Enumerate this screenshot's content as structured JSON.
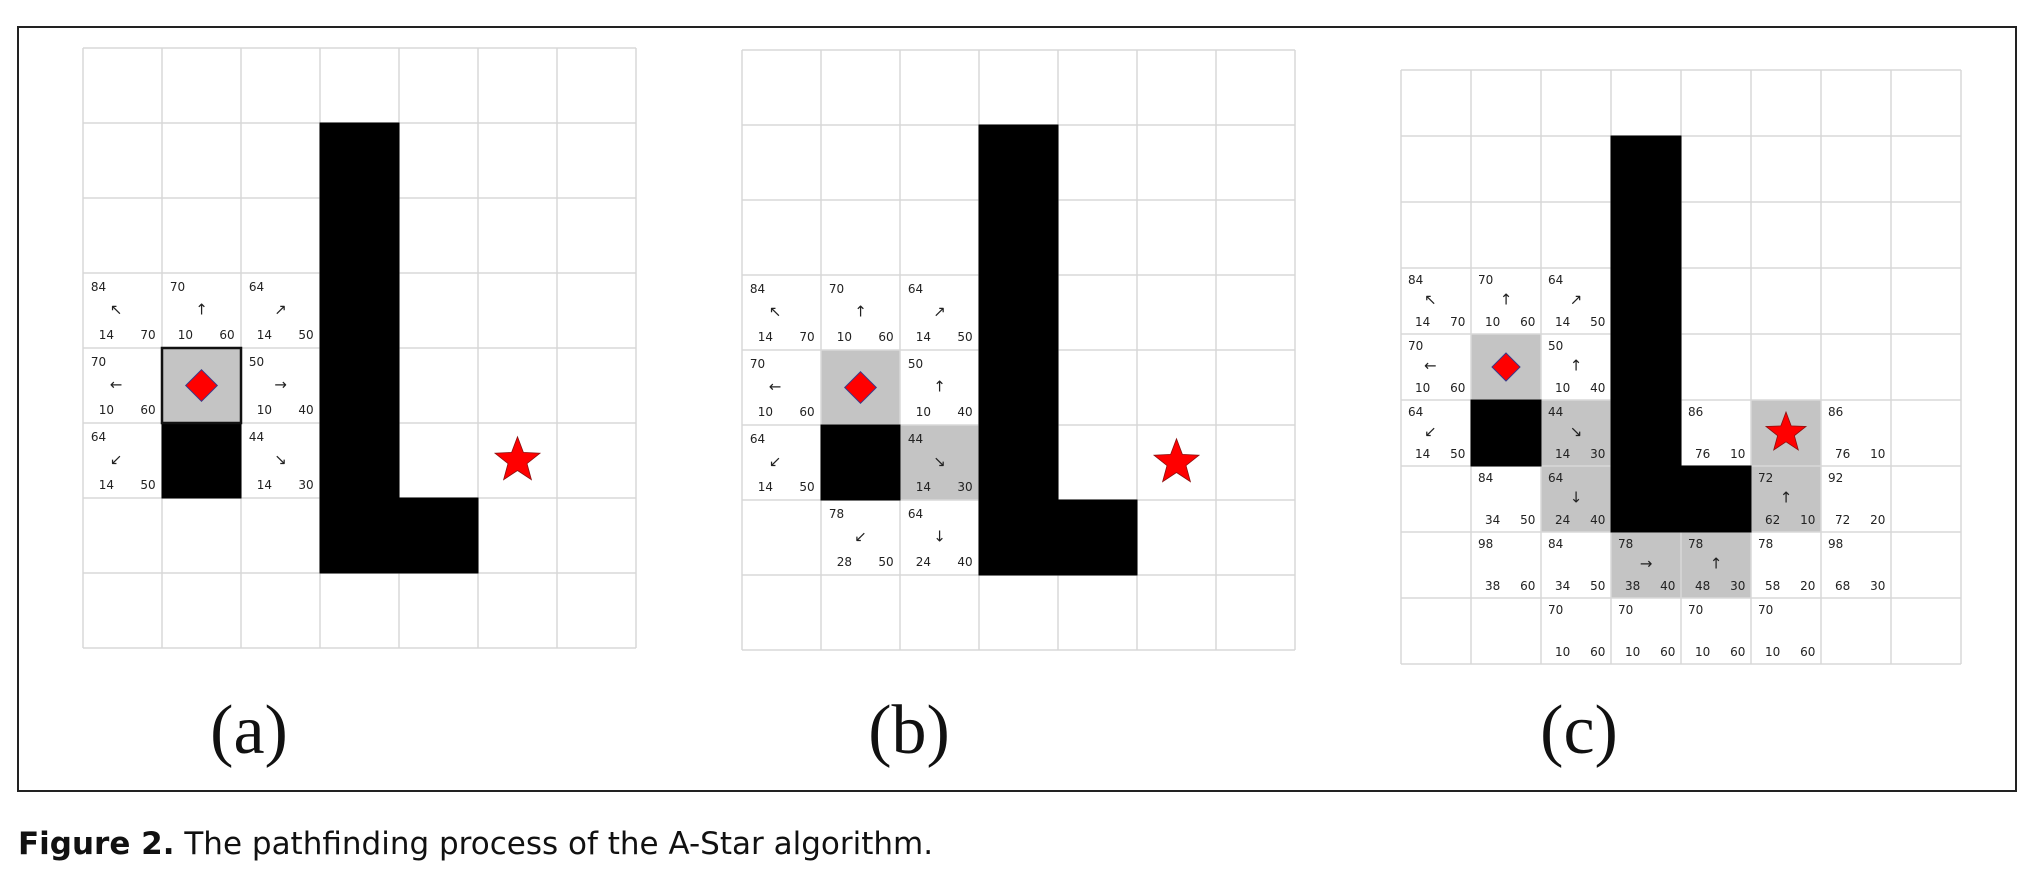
{
  "caption": {
    "label": "Figure 2.",
    "text": "The pathfinding process of the A-Star algorithm."
  },
  "colors": {
    "grid_line": "#d8d8d8",
    "wall": "#000000",
    "visited": "#c4c4c4",
    "start_marker": "#ff0000",
    "goal_marker": "#ff0000"
  },
  "panels": [
    {
      "label": "(a)",
      "cols": 7,
      "rows": 8,
      "walls": [
        [
          3,
          1
        ],
        [
          3,
          2
        ],
        [
          3,
          3
        ],
        [
          3,
          4
        ],
        [
          3,
          5
        ],
        [
          3,
          6
        ],
        [
          4,
          6
        ],
        [
          1,
          5
        ]
      ],
      "visited": [
        [
          1,
          4
        ]
      ],
      "start": [
        1,
        4
      ],
      "goal": [
        5,
        5
      ],
      "start_outline": true,
      "cells": [
        {
          "col": 0,
          "row": 3,
          "f": "84",
          "arrow": "↖",
          "g": "14",
          "h": "70"
        },
        {
          "col": 1,
          "row": 3,
          "f": "70",
          "arrow": "↑",
          "g": "10",
          "h": "60"
        },
        {
          "col": 2,
          "row": 3,
          "f": "64",
          "arrow": "↗",
          "g": "14",
          "h": "50"
        },
        {
          "col": 0,
          "row": 4,
          "f": "70",
          "arrow": "←",
          "g": "10",
          "h": "60"
        },
        {
          "col": 2,
          "row": 4,
          "f": "50",
          "arrow": "→",
          "g": "10",
          "h": "40"
        },
        {
          "col": 0,
          "row": 5,
          "f": "64",
          "arrow": "↙",
          "g": "14",
          "h": "50"
        },
        {
          "col": 2,
          "row": 5,
          "f": "44",
          "arrow": "↘",
          "g": "14",
          "h": "30"
        }
      ]
    },
    {
      "label": "(b)",
      "cols": 7,
      "rows": 8,
      "walls": [
        [
          3,
          1
        ],
        [
          3,
          2
        ],
        [
          3,
          3
        ],
        [
          3,
          4
        ],
        [
          3,
          5
        ],
        [
          3,
          6
        ],
        [
          4,
          6
        ],
        [
          1,
          5
        ]
      ],
      "visited": [
        [
          1,
          4
        ],
        [
          2,
          5
        ]
      ],
      "start": [
        1,
        4
      ],
      "goal": [
        5,
        5
      ],
      "start_outline": false,
      "cells": [
        {
          "col": 0,
          "row": 3,
          "f": "84",
          "arrow": "↖",
          "g": "14",
          "h": "70"
        },
        {
          "col": 1,
          "row": 3,
          "f": "70",
          "arrow": "↑",
          "g": "10",
          "h": "60"
        },
        {
          "col": 2,
          "row": 3,
          "f": "64",
          "arrow": "↗",
          "g": "14",
          "h": "50"
        },
        {
          "col": 0,
          "row": 4,
          "f": "70",
          "arrow": "←",
          "g": "10",
          "h": "60"
        },
        {
          "col": 2,
          "row": 4,
          "f": "50",
          "arrow": "↑",
          "g": "10",
          "h": "40"
        },
        {
          "col": 0,
          "row": 5,
          "f": "64",
          "arrow": "↙",
          "g": "14",
          "h": "50"
        },
        {
          "col": 2,
          "row": 5,
          "f": "44",
          "arrow": "↘",
          "g": "14",
          "h": "30"
        },
        {
          "col": 1,
          "row": 6,
          "f": "78",
          "arrow": "↙",
          "g": "28",
          "h": "50"
        },
        {
          "col": 2,
          "row": 6,
          "f": "64",
          "arrow": "↓",
          "g": "24",
          "h": "40"
        }
      ]
    },
    {
      "label": "(c)",
      "cols": 8,
      "rows": 9,
      "walls": [
        [
          3,
          1
        ],
        [
          3,
          2
        ],
        [
          3,
          3
        ],
        [
          3,
          4
        ],
        [
          3,
          5
        ],
        [
          3,
          6
        ],
        [
          4,
          6
        ],
        [
          1,
          5
        ]
      ],
      "visited": [
        [
          1,
          4
        ],
        [
          2,
          5
        ],
        [
          2,
          6
        ],
        [
          3,
          7
        ],
        [
          4,
          7
        ],
        [
          5,
          6
        ],
        [
          5,
          5
        ]
      ],
      "start": [
        1,
        4
      ],
      "goal": [
        5,
        5
      ],
      "start_outline": false,
      "cells": [
        {
          "col": 0,
          "row": 3,
          "f": "84",
          "arrow": "↖",
          "g": "14",
          "h": "70"
        },
        {
          "col": 1,
          "row": 3,
          "f": "70",
          "arrow": "↑",
          "g": "10",
          "h": "60"
        },
        {
          "col": 2,
          "row": 3,
          "f": "64",
          "arrow": "↗",
          "g": "14",
          "h": "50"
        },
        {
          "col": 0,
          "row": 4,
          "f": "70",
          "arrow": "←",
          "g": "10",
          "h": "60"
        },
        {
          "col": 2,
          "row": 4,
          "f": "50",
          "arrow": "↑",
          "g": "10",
          "h": "40"
        },
        {
          "col": 0,
          "row": 5,
          "f": "64",
          "arrow": "↙",
          "g": "14",
          "h": "50"
        },
        {
          "col": 2,
          "row": 5,
          "f": "44",
          "arrow": "↘",
          "g": "14",
          "h": "30"
        },
        {
          "col": 4,
          "row": 5,
          "f": "86",
          "arrow": "",
          "g": "76",
          "h": "10"
        },
        {
          "col": 6,
          "row": 5,
          "f": "86",
          "arrow": "",
          "g": "76",
          "h": "10"
        },
        {
          "col": 1,
          "row": 6,
          "f": "84",
          "arrow": "",
          "g": "34",
          "h": "50"
        },
        {
          "col": 2,
          "row": 6,
          "f": "64",
          "arrow": "↓",
          "g": "24",
          "h": "40"
        },
        {
          "col": 5,
          "row": 6,
          "f": "72",
          "arrow": "↑",
          "g": "62",
          "h": "10"
        },
        {
          "col": 6,
          "row": 6,
          "f": "92",
          "arrow": "",
          "g": "72",
          "h": "20"
        },
        {
          "col": 1,
          "row": 7,
          "f": "98",
          "arrow": "",
          "g": "38",
          "h": "60"
        },
        {
          "col": 2,
          "row": 7,
          "f": "84",
          "arrow": "",
          "g": "34",
          "h": "50"
        },
        {
          "col": 3,
          "row": 7,
          "f": "78",
          "arrow": "→",
          "g": "38",
          "h": "40"
        },
        {
          "col": 4,
          "row": 7,
          "f": "78",
          "arrow": "↑",
          "g": "48",
          "h": "30"
        },
        {
          "col": 5,
          "row": 7,
          "f": "78",
          "arrow": "",
          "g": "58",
          "h": "20"
        },
        {
          "col": 6,
          "row": 7,
          "f": "98",
          "arrow": "",
          "g": "68",
          "h": "30"
        },
        {
          "col": 2,
          "row": 8,
          "f": "70",
          "arrow": "",
          "g": "10",
          "h": "60"
        },
        {
          "col": 3,
          "row": 8,
          "f": "70",
          "arrow": "",
          "g": "10",
          "h": "60"
        },
        {
          "col": 4,
          "row": 8,
          "f": "70",
          "arrow": "",
          "g": "10",
          "h": "60"
        },
        {
          "col": 5,
          "row": 8,
          "f": "70",
          "arrow": "",
          "g": "10",
          "h": "60"
        }
      ]
    }
  ]
}
